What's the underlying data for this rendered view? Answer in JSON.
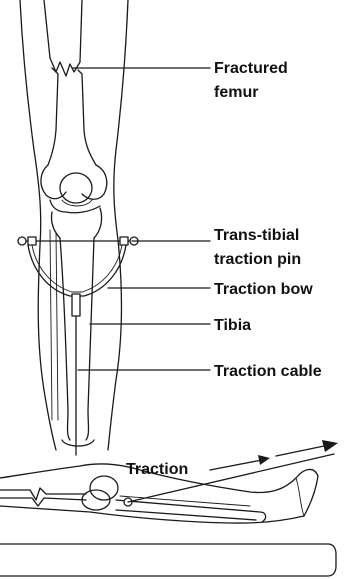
{
  "labels": {
    "fractured_femur_line1": "Fractured",
    "fractured_femur_line2": "femur",
    "pin_line1": "Trans-tibial",
    "pin_line2": "traction pin",
    "traction_bow": "Traction bow",
    "tibia": "Tibia",
    "traction_cable": "Traction cable",
    "traction": "Traction"
  }
}
